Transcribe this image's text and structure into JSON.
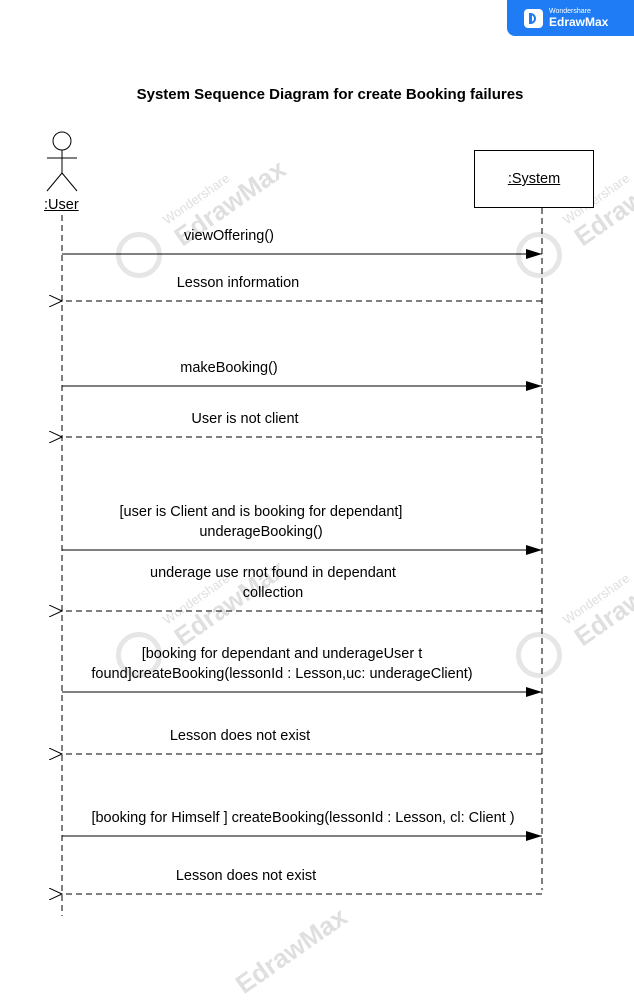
{
  "brand": {
    "small_text": "Wondershare",
    "big_text": "EdrawMax"
  },
  "diagram": {
    "title": "System Sequence Diagram for create Booking failures",
    "actor": ":User",
    "system": ":System",
    "messages": [
      {
        "lines": [
          "viewOffering()"
        ],
        "direction": "to-system",
        "style": "solid"
      },
      {
        "lines": [
          "Lesson information"
        ],
        "direction": "to-actor",
        "style": "dashed"
      },
      {
        "lines": [
          "makeBooking()"
        ],
        "direction": "to-system",
        "style": "solid"
      },
      {
        "lines": [
          "User is not client"
        ],
        "direction": "to-actor",
        "style": "dashed"
      },
      {
        "lines": [
          "[user is Client and is booking for dependant]",
          "underageBooking()"
        ],
        "direction": "to-system",
        "style": "solid"
      },
      {
        "lines": [
          "underage use rnot found in dependant",
          "collection"
        ],
        "direction": "to-actor",
        "style": "dashed"
      },
      {
        "lines": [
          "[booking for dependant and underageUser t",
          "found]createBooking(lessonId : Lesson,uc:  underageClient)"
        ],
        "direction": "to-system",
        "style": "solid"
      },
      {
        "lines": [
          "Lesson does not exist"
        ],
        "direction": "to-actor",
        "style": "dashed"
      },
      {
        "lines": [
          "[booking for Himself ] createBooking(lessonId : Lesson, cl:  Client )"
        ],
        "direction": "to-system",
        "style": "solid"
      },
      {
        "lines": [
          "Lesson does not exist"
        ],
        "direction": "to-actor",
        "style": "dashed"
      }
    ]
  }
}
